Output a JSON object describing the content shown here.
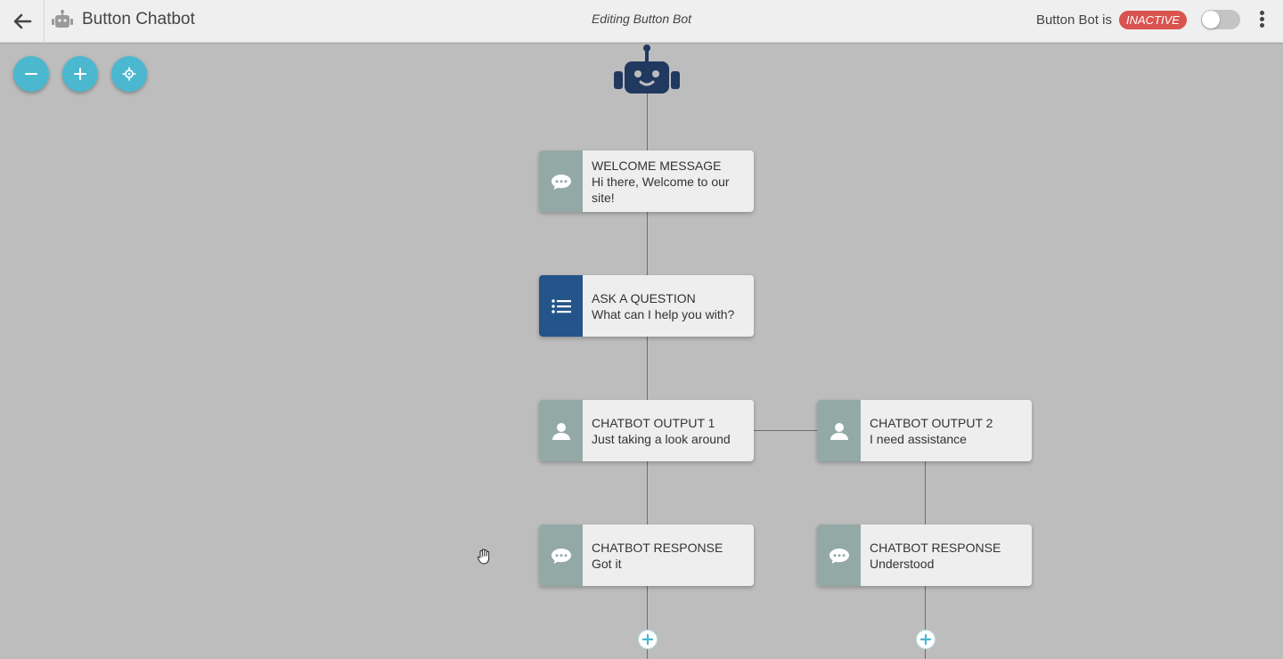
{
  "header": {
    "app_title": "Button Chatbot",
    "editing_text": "Editing Button Bot",
    "status_label": "Button Bot is",
    "status_badge": "INACTIVE",
    "toggle_on": false,
    "icons": {
      "back": "arrow-left-icon",
      "app": "robot-icon",
      "menu": "kebab-menu-icon"
    }
  },
  "toolbar": {
    "buttons": [
      "zoom-out-icon",
      "zoom-in-icon",
      "recenter-icon"
    ]
  },
  "colors": {
    "accent": "#4bb8cf",
    "badge": "#d9534f",
    "node_side": "#93a9a6",
    "question_side": "#245489",
    "bot": "#21385f"
  },
  "flow": {
    "start_icon": "robot-icon",
    "welcome": {
      "title": "WELCOME MESSAGE",
      "message": "Hi there, Welcome to our site!",
      "icon": "chat-bubble-icon"
    },
    "question": {
      "title": "ASK A QUESTION",
      "message": "What can I help you with?",
      "icon": "list-icon"
    },
    "outputs": [
      {
        "title": "CHATBOT OUTPUT 1",
        "message": "Just taking a look around",
        "icon": "user-icon"
      },
      {
        "title": "CHATBOT OUTPUT 2",
        "message": "I need assistance",
        "icon": "user-icon"
      }
    ],
    "responses": [
      {
        "title": "CHATBOT RESPONSE",
        "message": "Got it",
        "icon": "chat-bubble-icon"
      },
      {
        "title": "CHATBOT RESPONSE",
        "message": "Understood",
        "icon": "chat-bubble-icon"
      }
    ]
  }
}
